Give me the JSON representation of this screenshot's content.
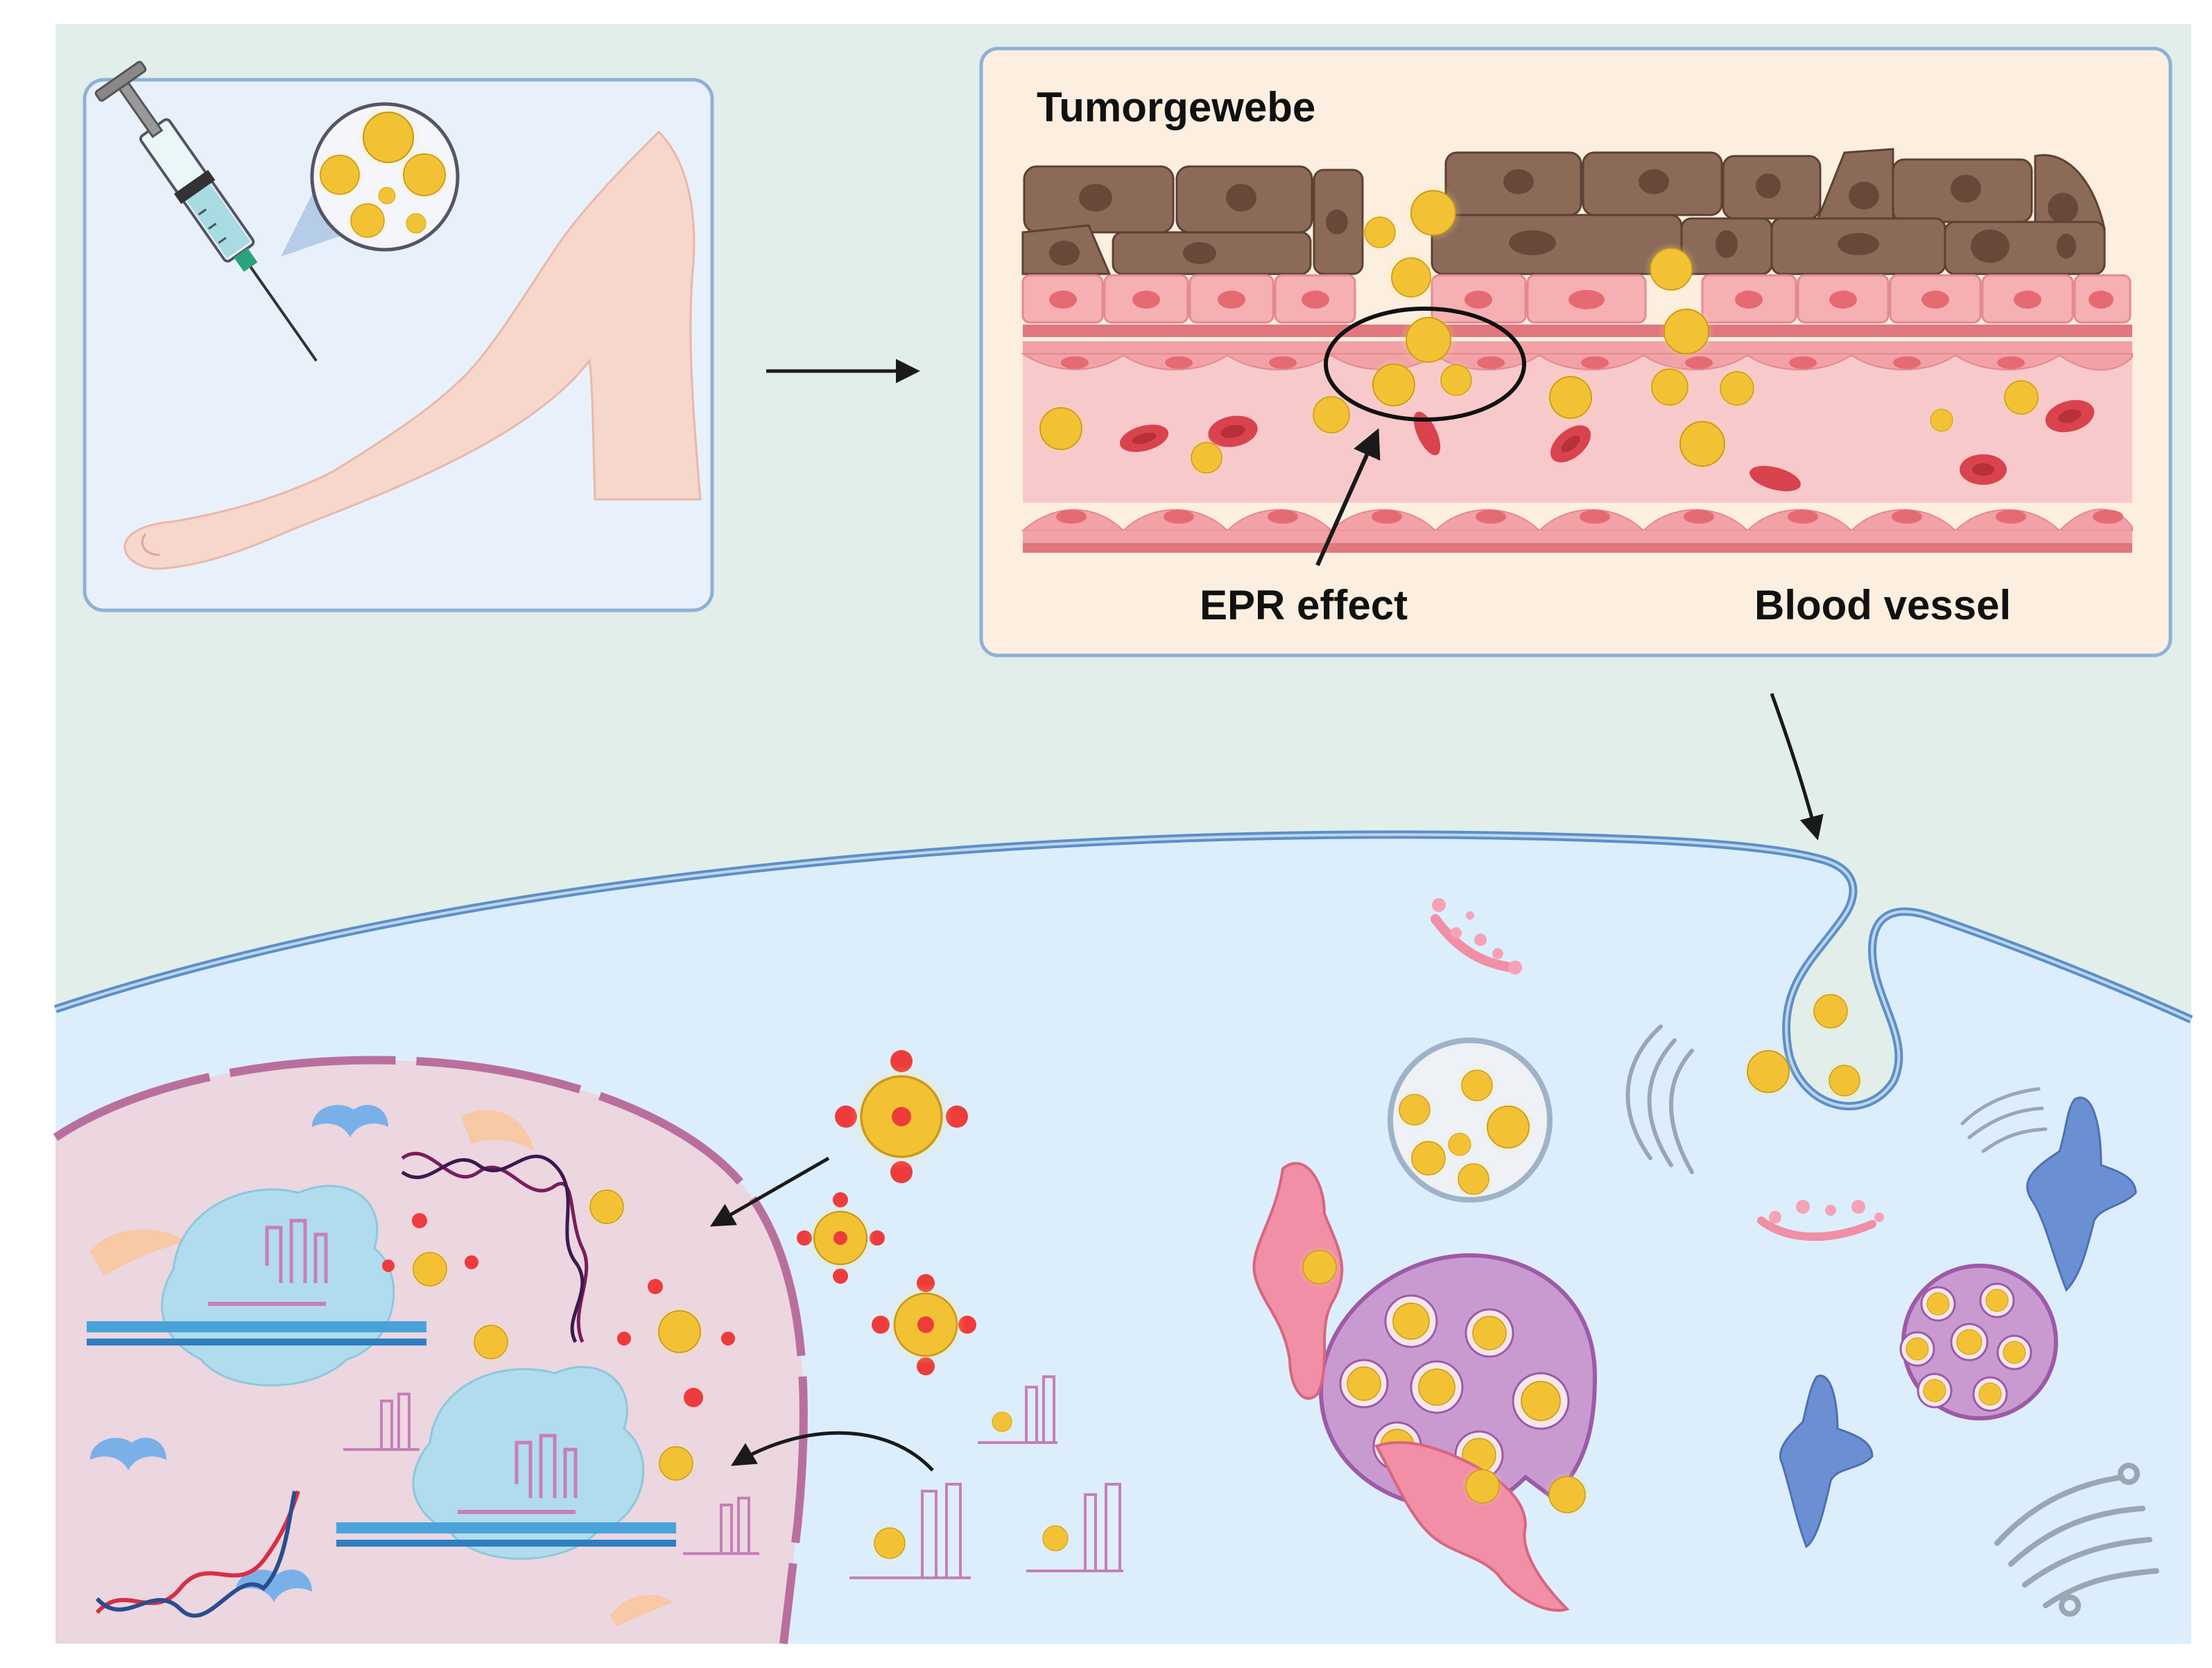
{
  "panels": {
    "injection": {},
    "tumor": {
      "title": "Tumorgewebe",
      "epr_label": "EPR effect",
      "vessel_label": "Blood vessel"
    },
    "cell": {}
  },
  "colors": {
    "background": "#e2eeea",
    "panel_left_fill": "#e8f1fb",
    "panel_right_fill": "#fcefe0",
    "panel_border": "#8fb0d8",
    "tumor_cell": "#8b6a58",
    "tumor_nucleus": "#6a4839",
    "endothelium": "#f6b0b4",
    "vessel_lumen": "#f8c9cb",
    "red_blood_cell": "#d9434d",
    "nanoparticle": "#f3c234",
    "cytoplasm": "#dceefc",
    "membrane": "#5d8fc8",
    "nucleus": "#ecd6e0",
    "nuclear_envelope": "#b96f9c",
    "drug_payload": "#ee3b3b",
    "lysosome": "#c99ad0",
    "rna": "#c77fb8",
    "dna_strand_a": "#d63043",
    "dna_strand_b": "#2a4d8f",
    "ribosome": "#7ab0e8",
    "histone": "#f7c9a4"
  },
  "icons": [
    "syringe-icon",
    "arm-icon",
    "nanoparticle-icon",
    "tumor-cell-icon",
    "red-blood-cell-icon",
    "endothelial-cell-icon",
    "vesicle-icon",
    "endosome-icon",
    "lysosome-icon",
    "golgi-icon",
    "mitochondria-icon",
    "dna-icon",
    "rna-hairpin-icon",
    "crispr-complex-icon",
    "ribosome-icon",
    "drug-loaded-nanoparticle-icon",
    "arrow-icon"
  ]
}
